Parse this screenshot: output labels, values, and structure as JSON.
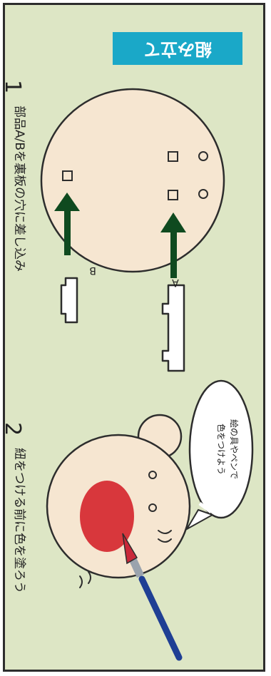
{
  "title": "組み立て",
  "steps": [
    {
      "number": "1",
      "text": "部品A/Bを裏板の穴に差し込み"
    },
    {
      "number": "2",
      "text": "紐をつける前に色を塗ろう"
    }
  ],
  "part_labels": {
    "a": "A",
    "b": "B"
  },
  "speech_bubble": {
    "line1": "絵の具やペンで",
    "line2": "色をつけよう"
  },
  "colors": {
    "background": "#dde6c5",
    "title_badge": "#1aa8c8",
    "disc": "#f6e6d1",
    "arrow": "#0f4a1f",
    "cheek": "#d8373c",
    "brush_handle": "#1f3f94",
    "brush_tip": "#c9283a"
  },
  "icons": [
    "insertion-arrow-icon",
    "paintbrush-icon",
    "speech-bubble-icon"
  ]
}
